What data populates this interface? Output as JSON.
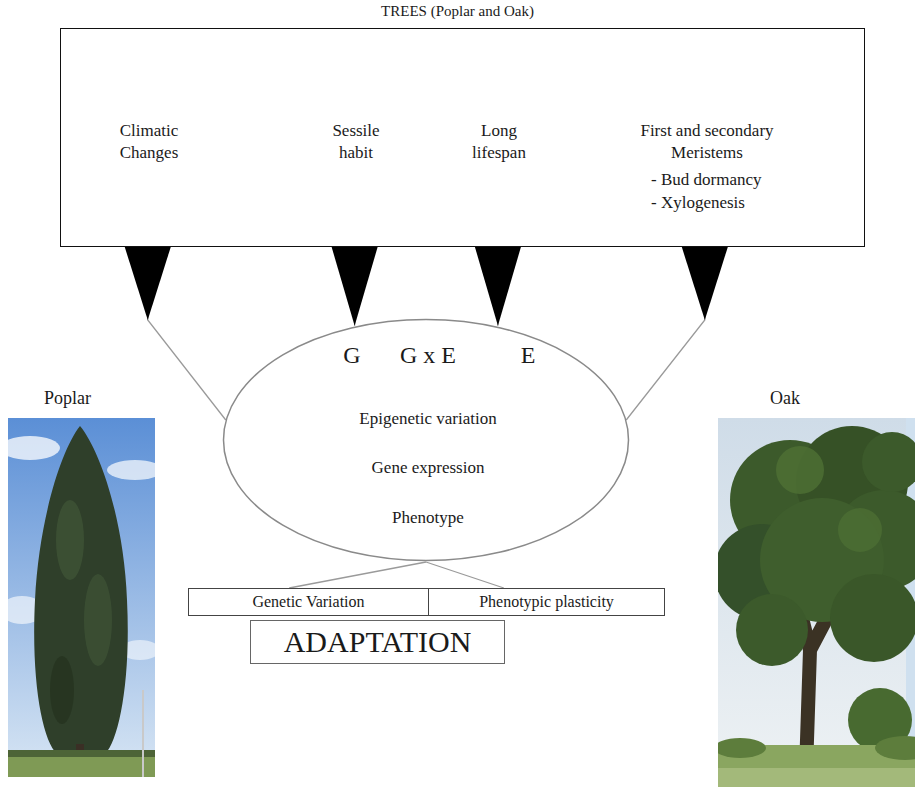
{
  "diagram": {
    "title": "TREES (Poplar and Oak)",
    "nodes": [
      {
        "text": [
          "Climatic Changes",
          "Sessile habit",
          "Long lifespan",
          "First and secondary Meristems",
          "- Bud dormancy",
          "- Xylogenesis"
        ]
      },
      {
        "text": [
          "G",
          "G x E",
          "E",
          "Epigenetic variation",
          "Gene expression",
          "Phenotype"
        ]
      },
      {
        "text": [
          "Genetic Variation"
        ]
      },
      {
        "text": [
          "Phenotypic plasticity"
        ]
      },
      {
        "text": [
          "ADAPTATION"
        ]
      }
    ],
    "edges": [
      {
        "from": 0,
        "to": 1,
        "arrow": "none"
      },
      {
        "from": 0,
        "to": 1,
        "arrow": "none"
      },
      {
        "from": 0,
        "to": 1,
        "arrow": "none"
      },
      {
        "from": 0,
        "to": 1,
        "arrow": "none"
      },
      {
        "from": 1,
        "to": 2,
        "arrow": "none"
      },
      {
        "from": 1,
        "to": 3,
        "arrow": "none"
      }
    ],
    "labels": [
      "Poplar",
      "Oak"
    ]
  }
}
